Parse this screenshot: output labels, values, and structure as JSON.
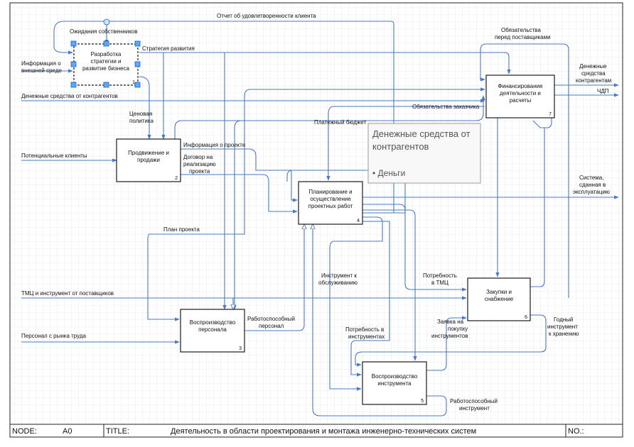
{
  "diagram": {
    "boxes": {
      "b1": {
        "lines": [
          "Разработка",
          "стратегии и",
          "развитие бизнеса"
        ],
        "num": "1"
      },
      "b2": {
        "lines": [
          "Продвижение и",
          "продажи"
        ],
        "num": "2"
      },
      "b3": {
        "lines": [
          "Воспроизводство",
          "персонала"
        ],
        "num": "3"
      },
      "b4": {
        "lines": [
          "Планирование и",
          "осуществление",
          "проектных работ"
        ],
        "num": "4"
      },
      "b5": {
        "lines": [
          "Воспроизводство",
          "инструмента"
        ],
        "num": "5"
      },
      "b6": {
        "lines": [
          "Закупки и",
          "снабжение"
        ],
        "num": "6"
      },
      "b7": {
        "lines": [
          "Финансирование",
          "деятельности и",
          "расчеты"
        ],
        "num": "7"
      }
    },
    "labels": {
      "client_satisfaction": "Отчет об удовлетворенности клиента",
      "owner_expectations": "Ожидания собственников",
      "dev_strategy": "Стратегия развития",
      "env_info_1": "Информация о",
      "env_info_2": "внешней среде",
      "money_from_counterparties": "Денежные средства от контрагентов",
      "price_policy_1": "Ценовая",
      "price_policy_2": "политика",
      "potential_clients": "Потенциальные клиенты",
      "project_info": "Информация о проекте",
      "contract_1": "Договор на",
      "contract_2": "реализацию",
      "contract_3": "проекта",
      "payment_budget": "Платежный бюджет",
      "customer_obligations": "Обязательства заказчика",
      "supplier_obligations_1": "Обязательства",
      "supplier_obligations_2": "перед поставщиками",
      "money_to_counterparties_1": "Денежные",
      "money_to_counterparties_2": "средства",
      "money_to_counterparties_3": "контрагентам",
      "net_profit": "ЧДП",
      "system_1": "Система,",
      "system_2": "сданная в",
      "system_3": "эксплуатацию",
      "project_plan": "План проекта",
      "tools_service_1": "Инструмент к",
      "tools_service_2": "обслуживанию",
      "tmc_need_1": "Потребность",
      "tmc_need_2": "в ТМЦ",
      "tmc_from_suppliers": "ТМЦ и инструмент от поставщиков",
      "working_staff_1": "Работоспособный",
      "working_staff_2": "персонал",
      "staff_from_market": "Персонал с рынка труда",
      "tool_need_1": "Потребность в",
      "tool_need_2": "инструментах",
      "tool_request_1": "Заявка на",
      "tool_request_2": "покупку",
      "tool_request_3": "инструментов",
      "good_tool_1": "Годный",
      "good_tool_2": "инструмент",
      "good_tool_3": "к хранению",
      "working_tool_1": "Работоспособный",
      "working_tool_2": "инструмент"
    },
    "tooltip": {
      "title_1": "Денежные средства от",
      "title_2": "контрагентов",
      "item": "• Деньги"
    }
  },
  "footer": {
    "node_label": "NODE:",
    "node_value": "A0",
    "title_label": "TITLE:",
    "title_value": "Деятельность в области проектирования и монтажа инженерно-технических систем",
    "no_label": "NO.:"
  },
  "colors": {
    "arrow": "#4a78c2",
    "grid": "#d6dbe6",
    "selection_handle": "#1e90ff"
  }
}
